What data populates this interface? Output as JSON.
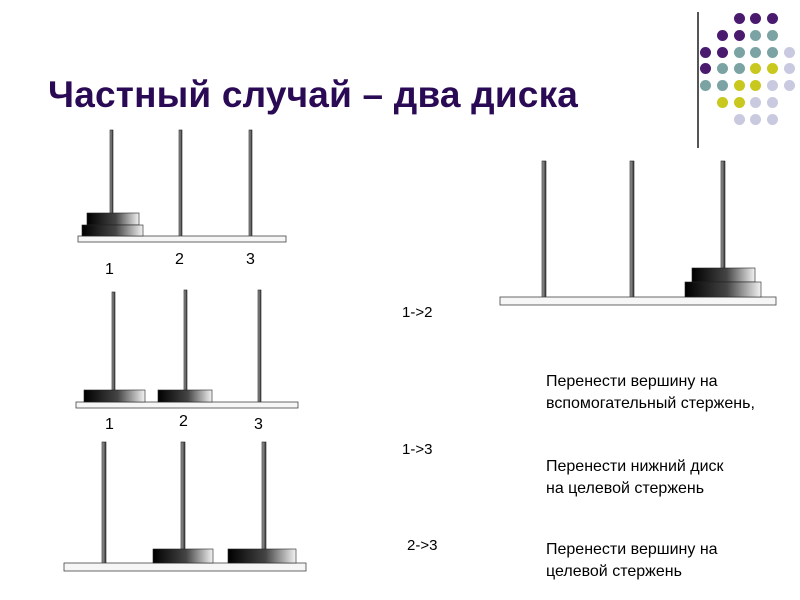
{
  "slide": {
    "title": "Частный случай – два диска"
  },
  "figure1": {
    "pegs": [
      "1",
      "2",
      "3"
    ]
  },
  "figure2": {
    "pegs": [
      "1",
      "2",
      "3"
    ]
  },
  "steps": [
    "1->2",
    "1->3",
    "2->3"
  ],
  "descriptions": [
    "Перенести вершину на вспомогательный стержень,",
    "Перенести нижний диск на  целевой стержень",
    "Перенести  вершину на целевой стержень"
  ],
  "colors": {
    "title": "#2b0a55",
    "dot_purple": "#4a1a6e",
    "dot_teal": "#7ba3a3",
    "dot_olive": "#c8c81e",
    "dot_lavender": "#c9c9e0"
  }
}
